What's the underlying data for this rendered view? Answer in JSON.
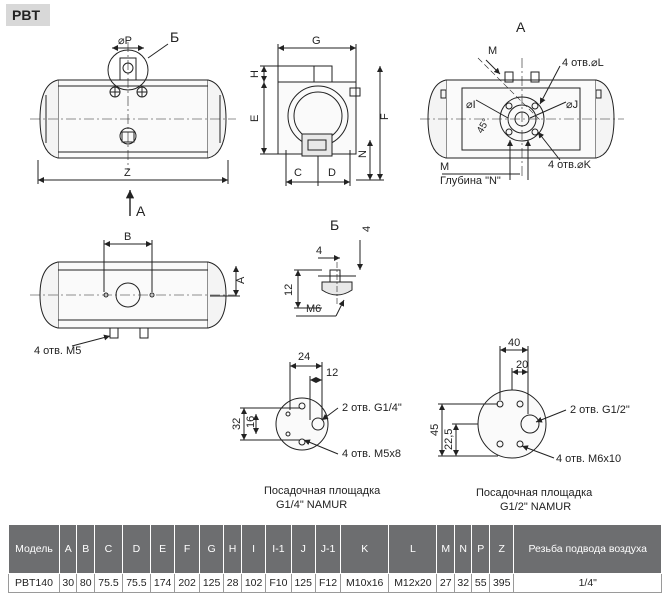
{
  "model_tag": "PBT",
  "views": {
    "top_section_mark": "Б",
    "side_section_mark": "А",
    "view_a_label": "A",
    "detail_title": "Б",
    "dim_p": "⌀P",
    "dim_z": "Z",
    "dim_g": "G",
    "dim_h": "H",
    "dim_e": "E",
    "dim_f": "F",
    "dim_c": "C",
    "dim_d": "D",
    "dim_n": "N",
    "dim_m_top": "M",
    "dim_m_bottom": "M",
    "dim_holes_l": "4 отв.⌀L",
    "dim_phi_i": "⌀I",
    "dim_phi_j": "⌀J",
    "dim_45": "45°",
    "dim_holes_k": "4 отв.⌀K",
    "dim_depth": "Глубина \"N\"",
    "dim_b": "B",
    "dim_a": "A",
    "dim_holes_m5": "4 отв. M5",
    "detail_4_h": "4",
    "detail_4_v": "4",
    "detail_12": "12",
    "detail_m6": "M6"
  },
  "namur_14": {
    "dim_24": "24",
    "dim_12": "12",
    "dim_32": "32",
    "dim_16": "16",
    "ports": "2 отв. G1/4\"",
    "holes": "4 отв. M5x8",
    "caption_line1": "Посадочная площадка",
    "caption_line2": "G1/4\" NAMUR"
  },
  "namur_12": {
    "dim_40": "40",
    "dim_20": "20",
    "dim_45": "45",
    "dim_22_5": "22,5",
    "ports": "2 отв. G1/2\"",
    "holes": "4 отв. M6x10",
    "caption_line1": "Посадочная площадка",
    "caption_line2": "G1/2\" NAMUR"
  },
  "table": {
    "headers": [
      "Модель",
      "A",
      "B",
      "C",
      "D",
      "E",
      "F",
      "G",
      "H",
      "I",
      "I-1",
      "J",
      "J-1",
      "K",
      "L",
      "M",
      "N",
      "P",
      "Z",
      "Резьба подвода воздуха"
    ],
    "rows": [
      [
        "PBT140",
        "30",
        "80",
        "75.5",
        "75.5",
        "174",
        "202",
        "125",
        "28",
        "102",
        "F10",
        "125",
        "F12",
        "M10x16",
        "M12x20",
        "27",
        "32",
        "55",
        "395",
        "1/4\""
      ]
    ]
  }
}
